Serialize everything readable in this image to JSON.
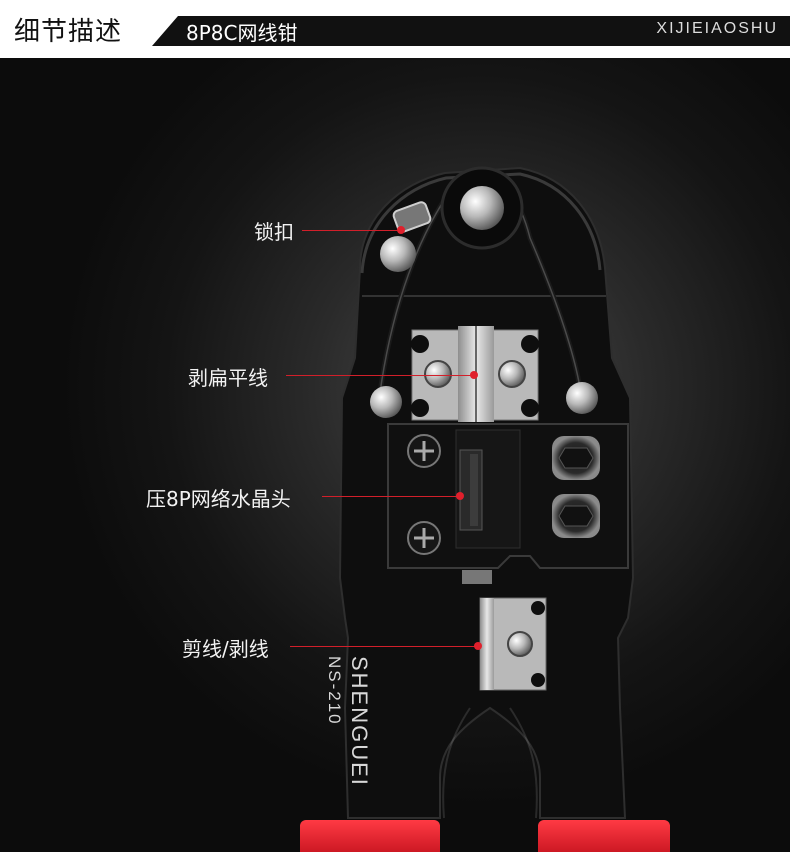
{
  "header": {
    "title": "细节描述",
    "subtitle": "8P8C网线钳",
    "latin": "XIJIEIAOSHU"
  },
  "product": {
    "brand": "SHENGUEI",
    "model": "NS-210"
  },
  "callouts": [
    {
      "label": "锁扣"
    },
    {
      "label": "剥扁平线"
    },
    {
      "label": "压8P网络水晶头"
    },
    {
      "label": "剪线/剥线"
    }
  ],
  "colors": {
    "accent": "#e0202c",
    "handle_grip": "#e0202c",
    "tool_body": "#0e0e0e",
    "background": "#141414"
  }
}
